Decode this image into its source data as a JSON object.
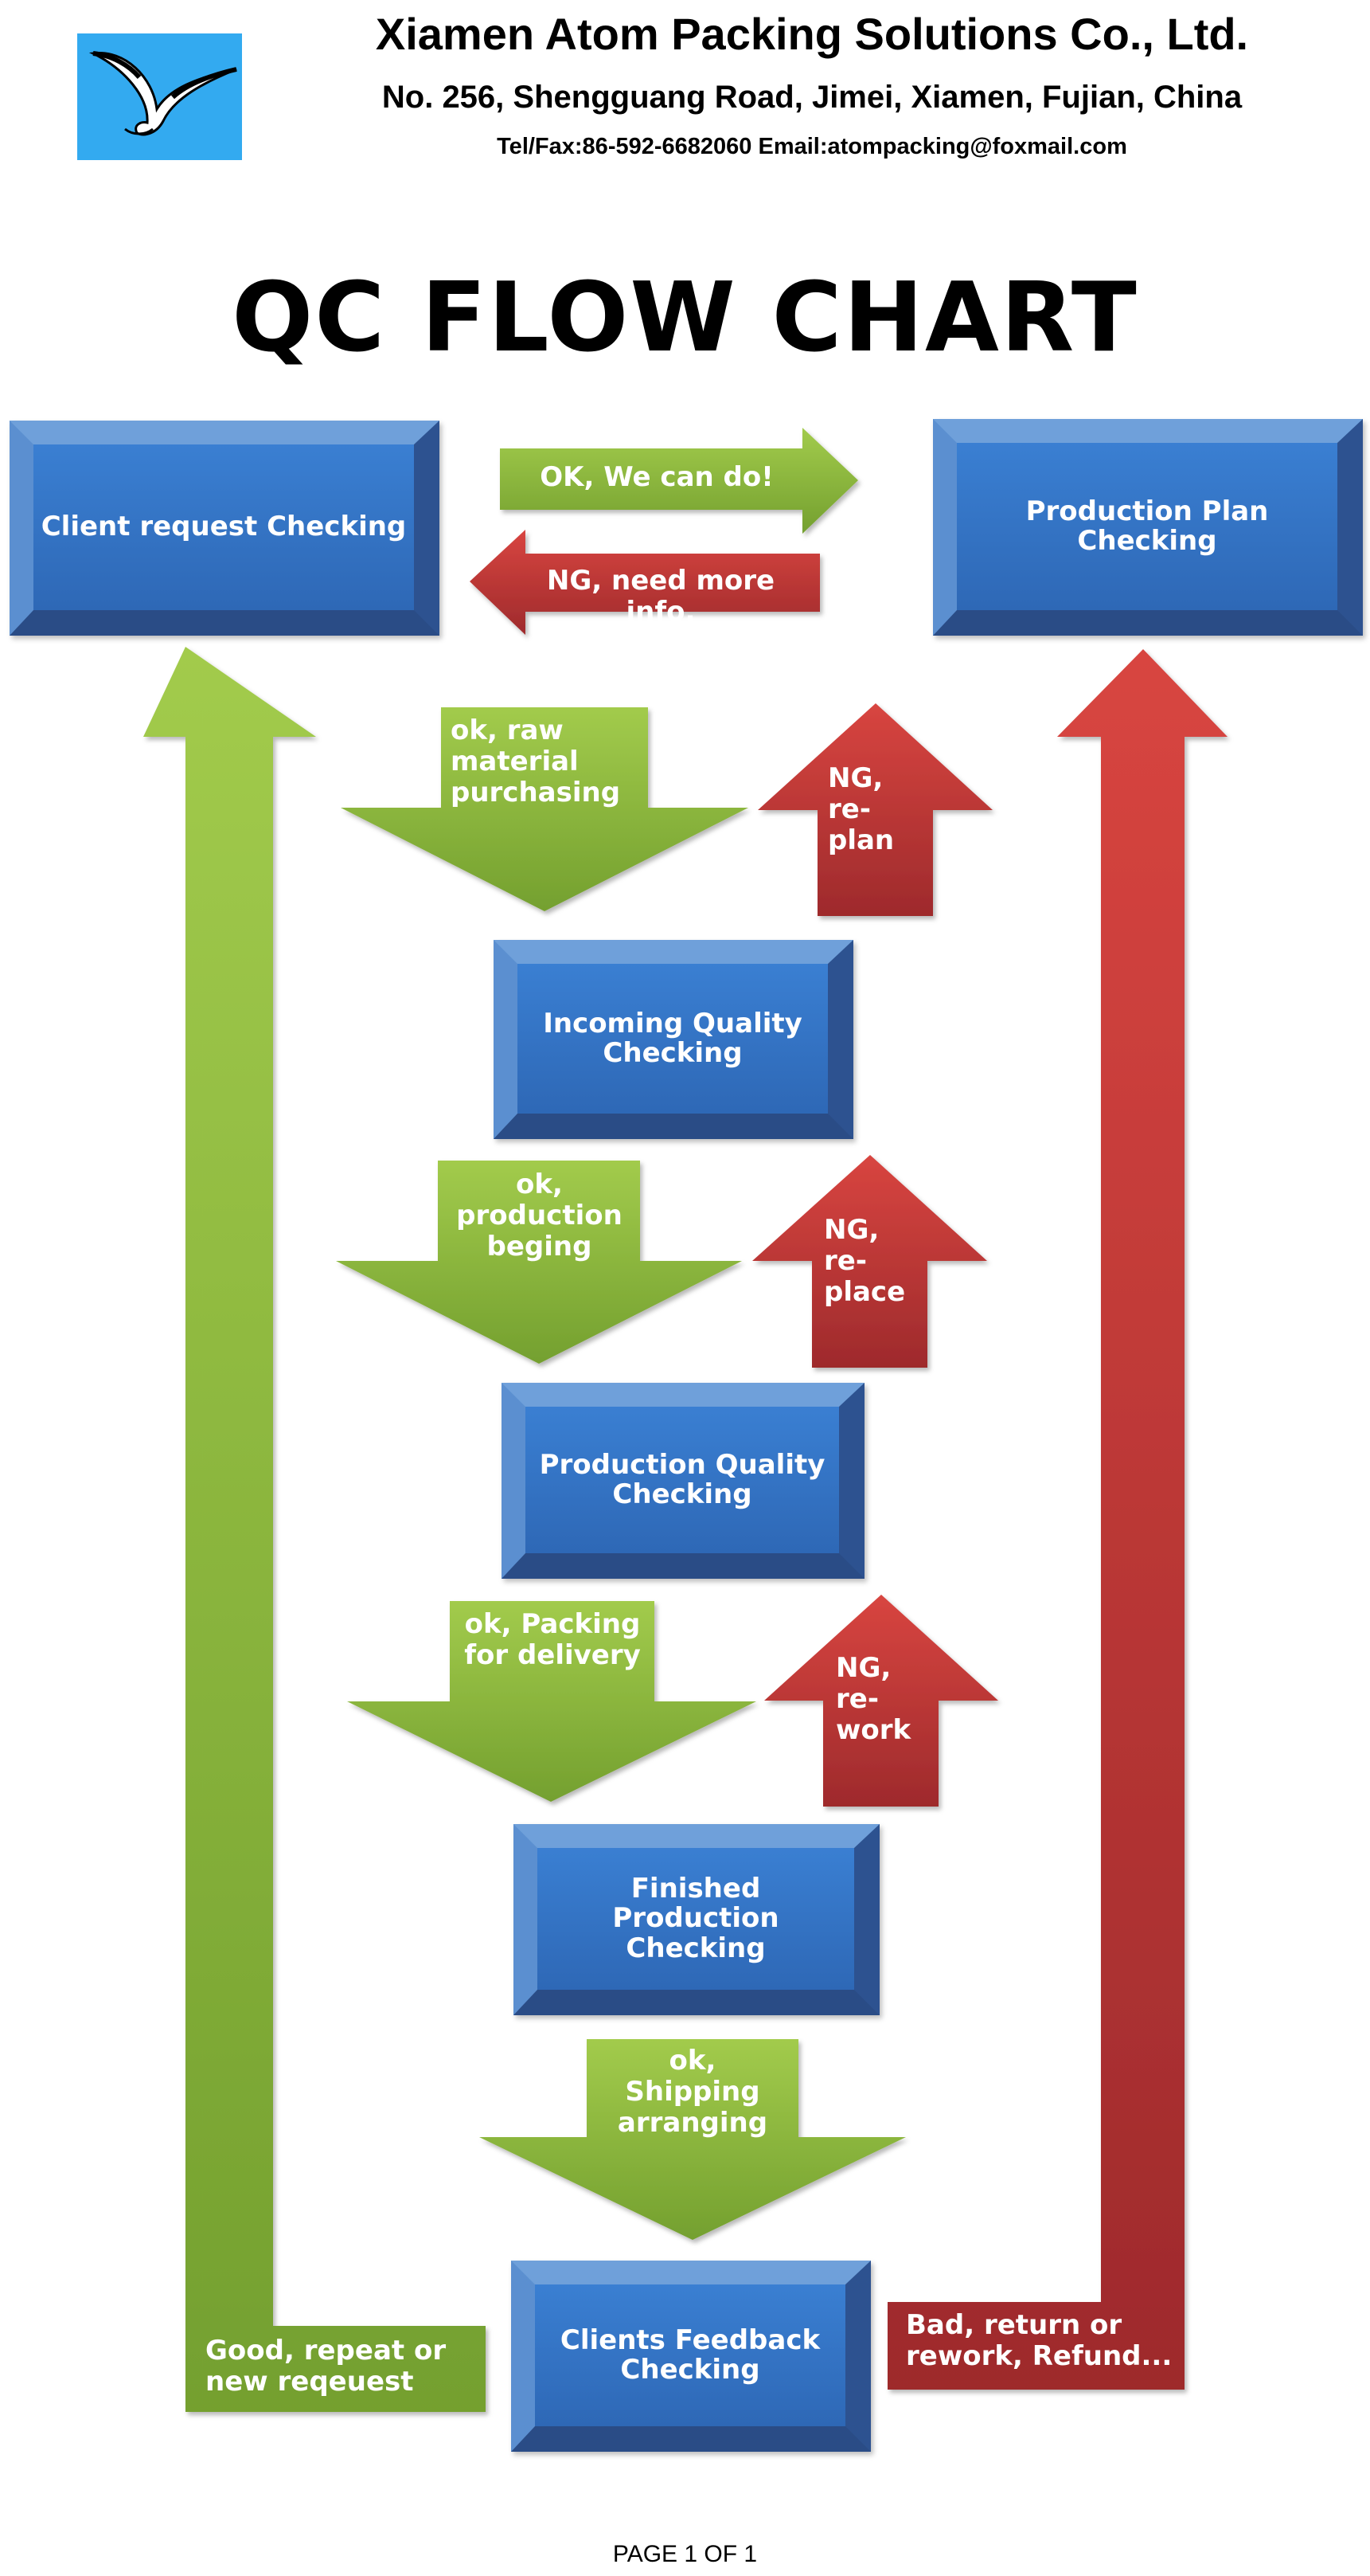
{
  "header": {
    "company": "Xiamen Atom Packing Solutions Co., Ltd.",
    "address": "No. 256, Shengguang Road, Jimei, Xiamen, Fujian, China",
    "contact": "Tel/Fax:86-592-6682060  Email:atompacking@foxmail.com"
  },
  "title": "QC FLOW CHART",
  "boxes": {
    "client_request": "Client request Checking",
    "production_plan": "Production Plan Checking",
    "incoming_quality": "Incoming Quality Checking",
    "production_quality": "Production Quality Checking",
    "finished_production": "Finished Production Checking",
    "clients_feedback": "Clients Feedback Checking"
  },
  "arrows": {
    "ok_can_do": "OK, We can do!",
    "ng_more_info": "NG, need more info.",
    "ok_raw_material": "ok, raw material purchasing",
    "ng_replan": "NG, re-plan",
    "ok_production": "ok, production beging",
    "ng_replace": "NG, re-place",
    "ok_packing": "ok, Packing for delivery",
    "ng_rework": "NG, re-work",
    "ok_shipping": "ok, Shipping arranging",
    "good_repeat": "Good, repeat or new reqeuest",
    "bad_return": "Bad, return or rework, Refund..."
  },
  "footer": "PAGE 1 OF 1",
  "colors": {
    "blue": "#3a7fd2",
    "green": "#8dbd3e",
    "red": "#c4363a",
    "logo_bg": "#33aaf0"
  },
  "icons": {
    "logo": "seagull-icon"
  }
}
